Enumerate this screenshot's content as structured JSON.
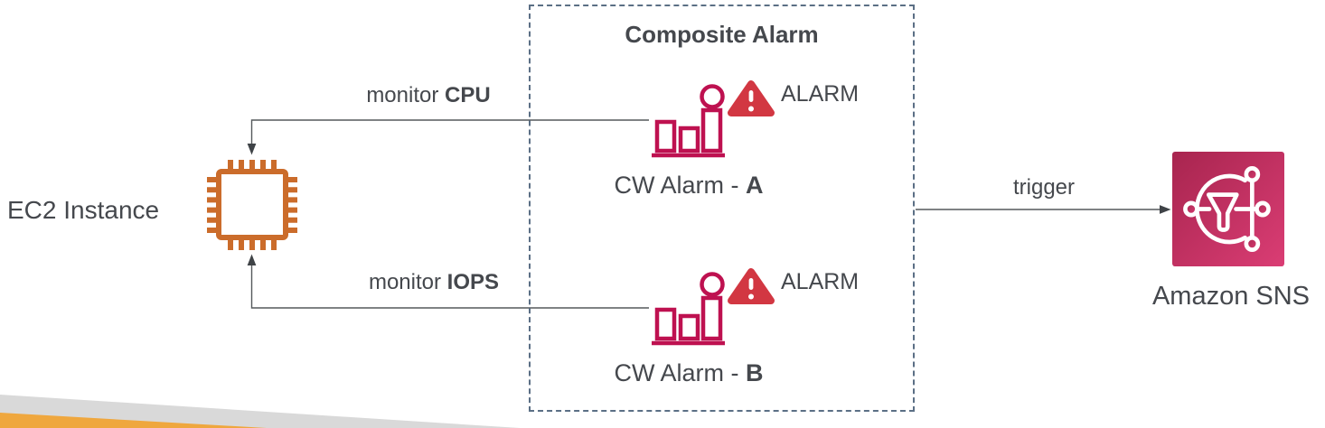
{
  "colors": {
    "text": "#45484D",
    "ec2_orange": "#CB6C2B",
    "alarm_crimson": "#BE1150",
    "warning_red": "#D23742",
    "sns_grad_start": "#A8254F",
    "sns_grad_end": "#DA3D74",
    "box_border": "#5B6F85",
    "connector": "#55595C",
    "arrowhead": "#3F4347",
    "wedge_gray": "#D9D9D9",
    "wedge_orange": "#EFA73E"
  },
  "nodes": {
    "ec2": {
      "label": "EC2 Instance"
    },
    "composite_box": {
      "title": "Composite Alarm"
    },
    "cw_alarm_a": {
      "label_prefix": "CW Alarm - ",
      "label_bold": "A",
      "status": "ALARM"
    },
    "cw_alarm_b": {
      "label_prefix": "CW Alarm - ",
      "label_bold": "B",
      "status": "ALARM"
    },
    "sns": {
      "label": "Amazon SNS"
    }
  },
  "edges": {
    "monitor_cpu": {
      "prefix": "monitor ",
      "bold": "CPU"
    },
    "monitor_iops": {
      "prefix": "monitor ",
      "bold": "IOPS"
    },
    "trigger": {
      "label": "trigger"
    }
  }
}
